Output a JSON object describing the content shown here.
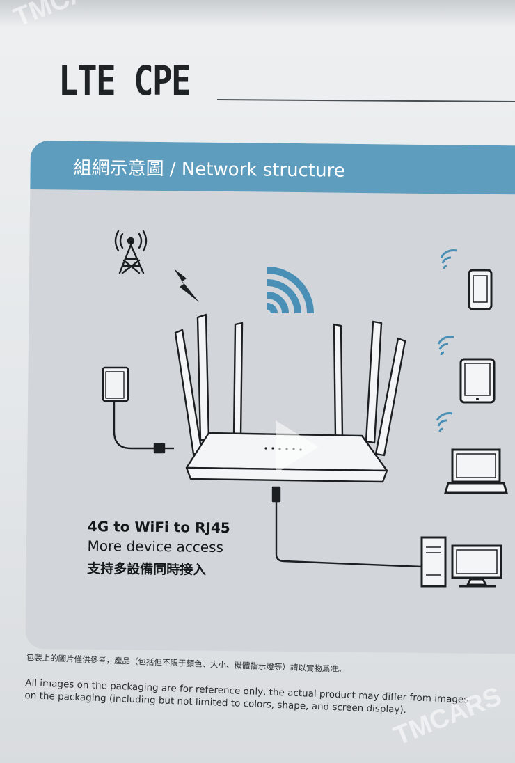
{
  "product": {
    "title": "LTE CPE"
  },
  "panel": {
    "header": "組網示意圖 / Network structure"
  },
  "caption": {
    "line1": "4G to WiFi to RJ45",
    "line2": "More device access",
    "line3": "支持多設備同時接入"
  },
  "disclaimer": {
    "chinese": "包裝上的圖片僅供參考，產品（包括但不限于顏色、大小、機體指示燈等）請以實物爲准。",
    "english": "All images on the packaging are for reference only, the actual product may differ from images on the packaging (including but not limited to colors, shape, and screen display)."
  },
  "watermark": {
    "text": "TMCARS"
  },
  "colors": {
    "header_blue": "#5e9dbe",
    "wifi_blue": "#4a8fb5",
    "panel_gray": "#d2d6da",
    "text_dark": "#15181b"
  },
  "icons": [
    "cell-tower-icon",
    "lightning-icon",
    "wifi-signal-icon",
    "power-adapter-icon",
    "router-icon",
    "smartphone-icon",
    "tablet-icon",
    "laptop-icon",
    "desktop-pc-icon",
    "play-icon"
  ]
}
